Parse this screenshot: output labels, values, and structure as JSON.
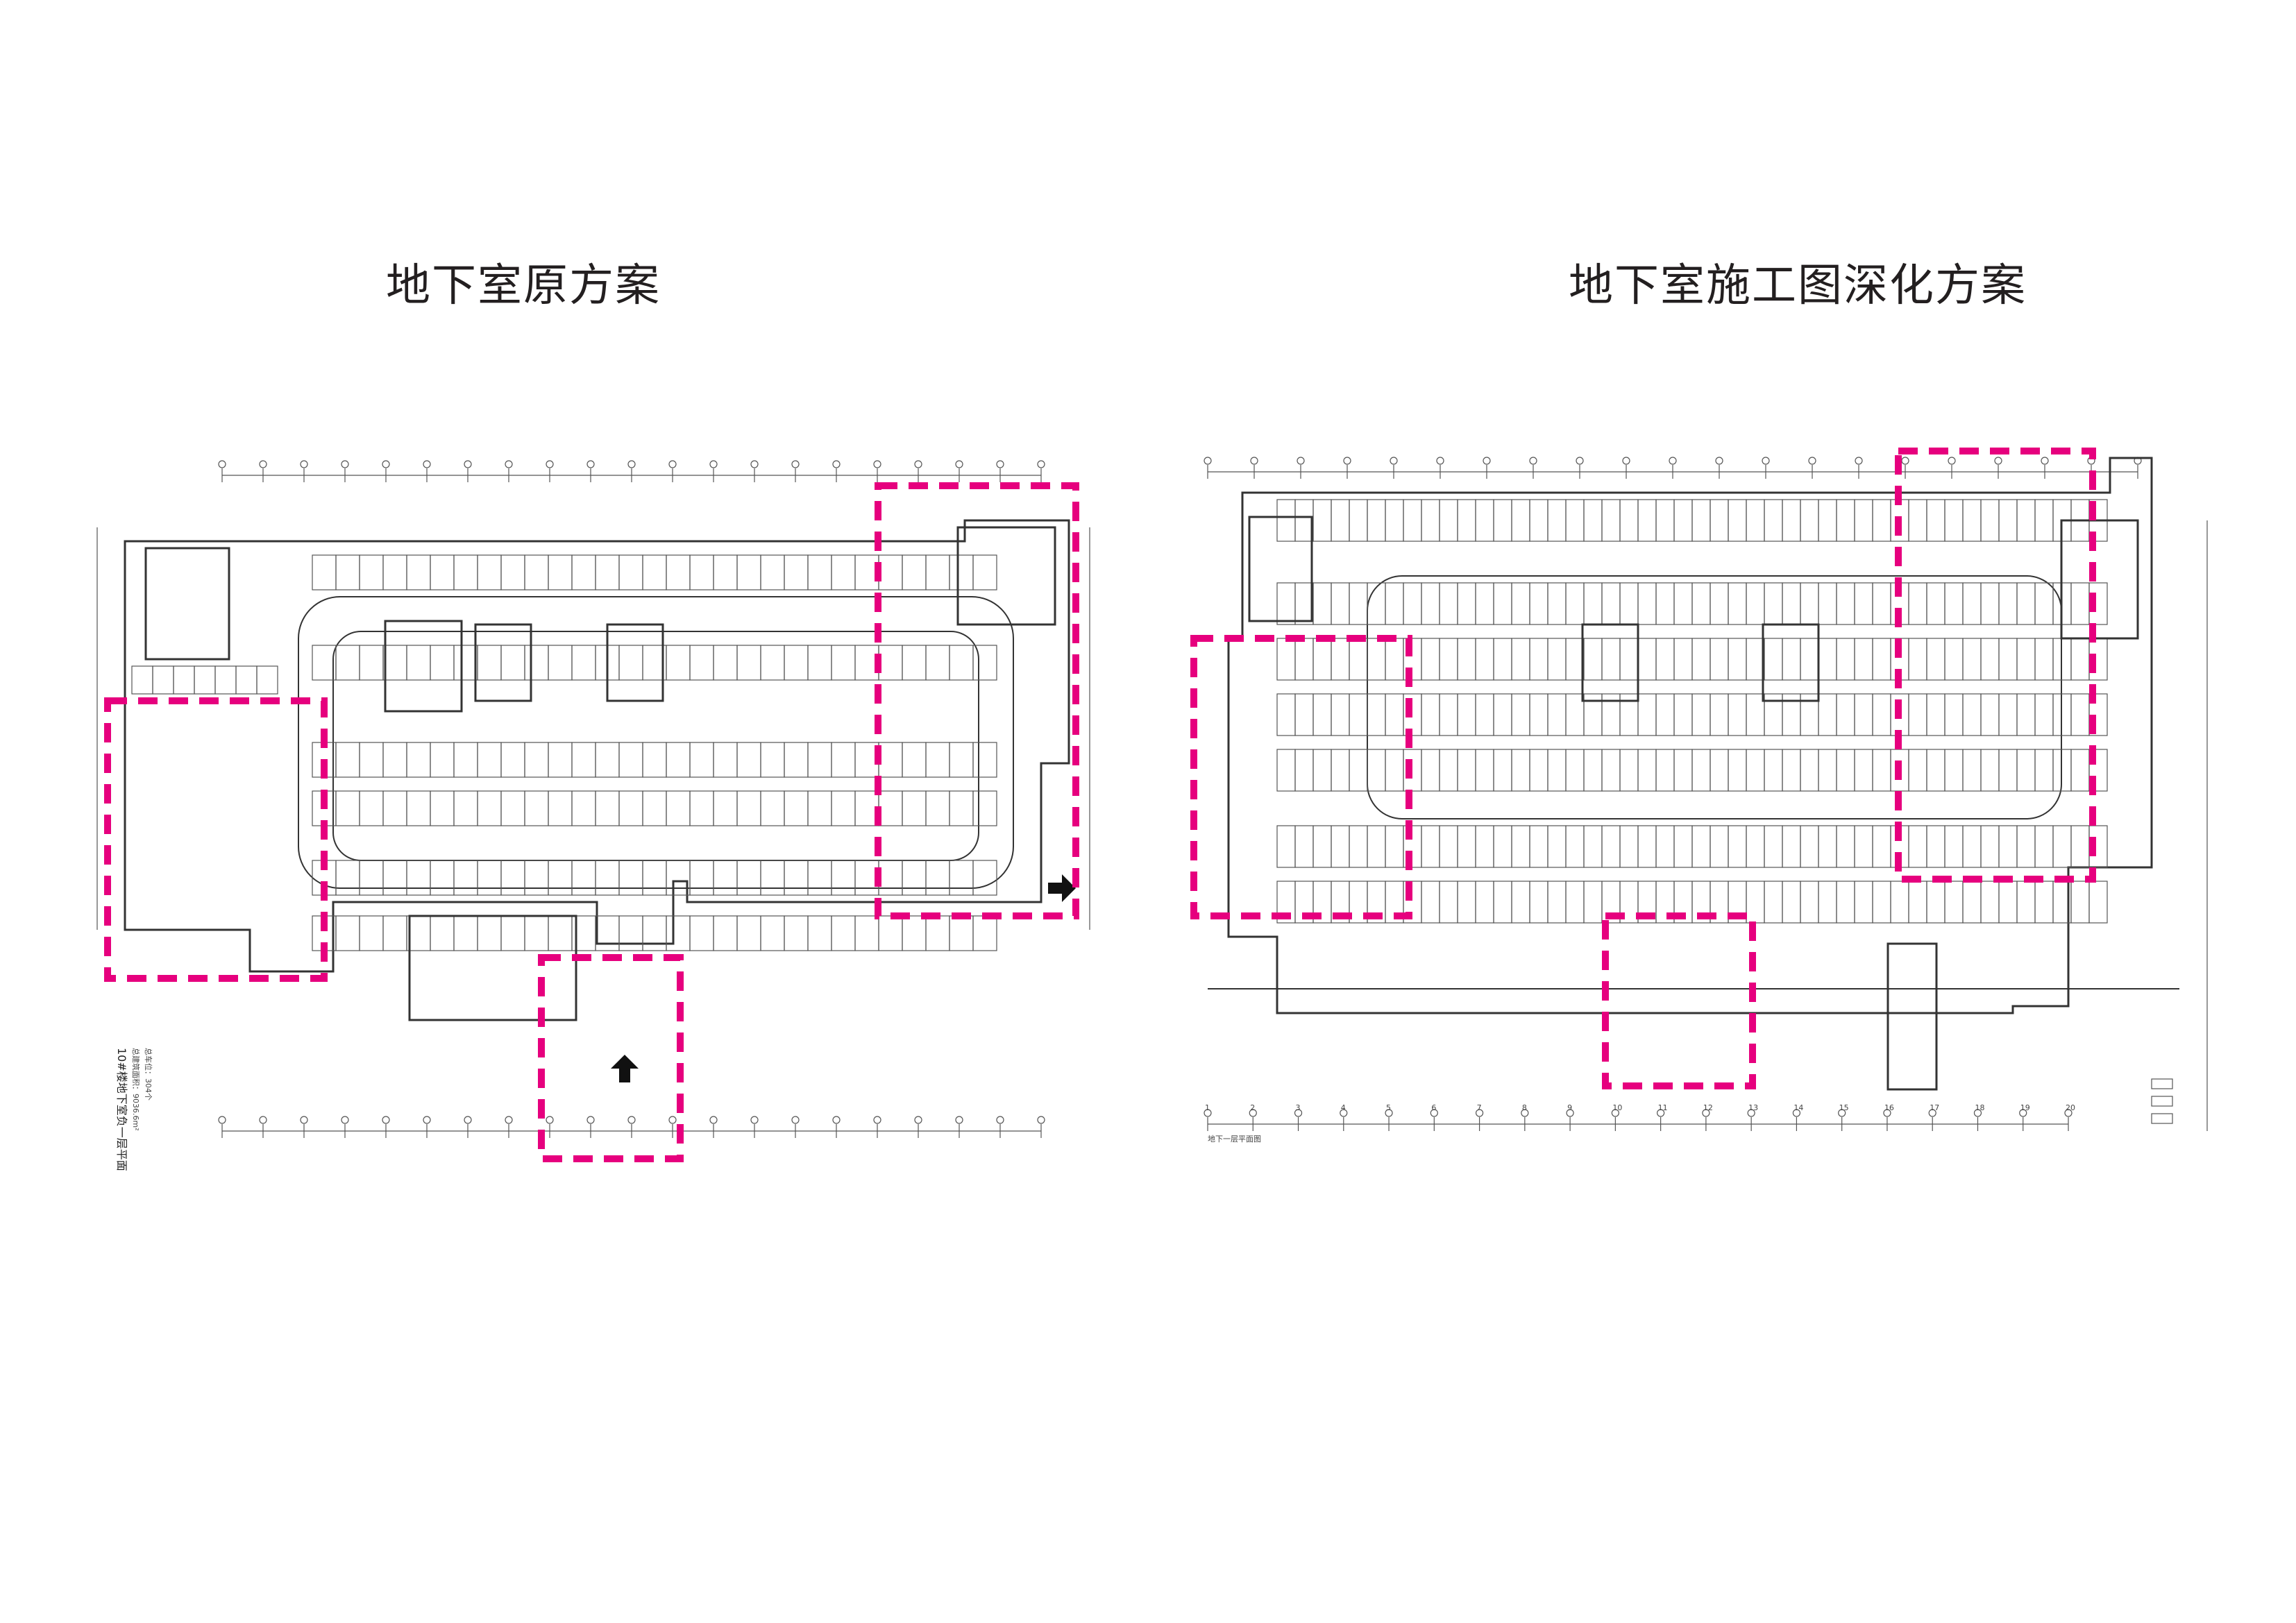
{
  "titles": {
    "left": "地下室原方案",
    "right": "地下室施工图深化方案"
  },
  "left_plan": {
    "caption_line1": "10#楼地下室负一层平面",
    "caption_line2": "总建筑面积：9036.6m²",
    "caption_line3": "总车位：304个",
    "highlight_color": "#e6007e"
  },
  "right_plan": {
    "caption": "地下一层平面图",
    "grid_numbers": [
      "1",
      "2",
      "3",
      "4",
      "5",
      "6",
      "7",
      "8",
      "9",
      "10",
      "11",
      "12",
      "13",
      "14",
      "15",
      "16",
      "17",
      "18",
      "19",
      "20"
    ],
    "highlight_color": "#e6007e"
  }
}
